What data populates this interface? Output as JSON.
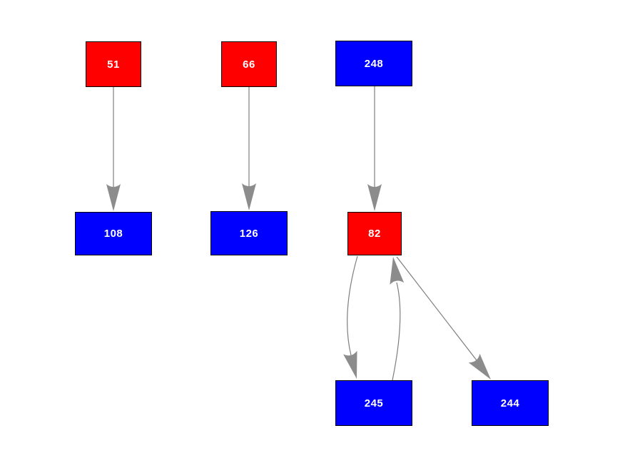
{
  "diagram": {
    "type": "directed-graph",
    "background": "#ffffff",
    "colors": {
      "red_node": "#ff0000",
      "blue_node": "#0000ff",
      "node_text": "#ffffff",
      "node_border": "#000000",
      "edge_line": "#7e7e7e",
      "arrowhead": "#8c8c8c"
    },
    "nodes": [
      {
        "label": "51",
        "color": "red"
      },
      {
        "label": "66",
        "color": "red"
      },
      {
        "label": "248",
        "color": "blue"
      },
      {
        "label": "108",
        "color": "blue"
      },
      {
        "label": "126",
        "color": "blue"
      },
      {
        "label": "82",
        "color": "red"
      },
      {
        "label": "245",
        "color": "blue"
      },
      {
        "label": "244",
        "color": "blue"
      }
    ],
    "edges": [
      {
        "from": "51",
        "to": "108",
        "style": "straight"
      },
      {
        "from": "66",
        "to": "126",
        "style": "straight"
      },
      {
        "from": "248",
        "to": "82",
        "style": "straight"
      },
      {
        "from": "82",
        "to": "245",
        "style": "curved-left"
      },
      {
        "from": "245",
        "to": "82",
        "style": "curved-right"
      },
      {
        "from": "82",
        "to": "244",
        "style": "straight-diagonal"
      }
    ]
  }
}
